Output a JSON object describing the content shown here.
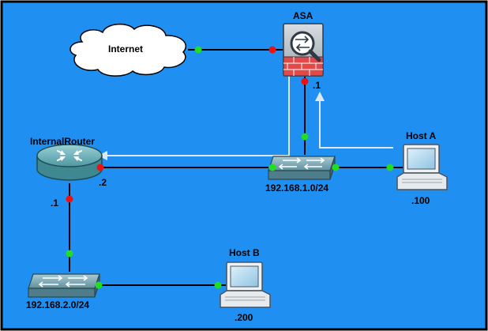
{
  "diagram": {
    "background_color": "#1f8ff2",
    "border_color": "#000000",
    "link_color": "#000000",
    "flow_arrow_color": "#dfe7ee",
    "port_up_color": "#22dd22",
    "port_down_color": "#ee1111"
  },
  "nodes": {
    "internet": {
      "label": "Internet",
      "icon": "cloud-icon"
    },
    "asa": {
      "label": "ASA",
      "icon": "firewall-icon"
    },
    "internal_router": {
      "label": "InternalRouter",
      "icon": "router-icon"
    },
    "switch1": {
      "label": "192.168.1.0/24",
      "icon": "switch-icon"
    },
    "switch2": {
      "label": "192.168.2.0/24",
      "icon": "switch-icon"
    },
    "host_a": {
      "label": "Host A",
      "address": ".100",
      "icon": "laptop-icon"
    },
    "host_b": {
      "label": "Host B",
      "address": ".200",
      "icon": "laptop-icon"
    }
  },
  "interface_labels": {
    "asa_inside": ".1",
    "router_to_switch1": ".2",
    "router_to_switch2": ".1"
  }
}
